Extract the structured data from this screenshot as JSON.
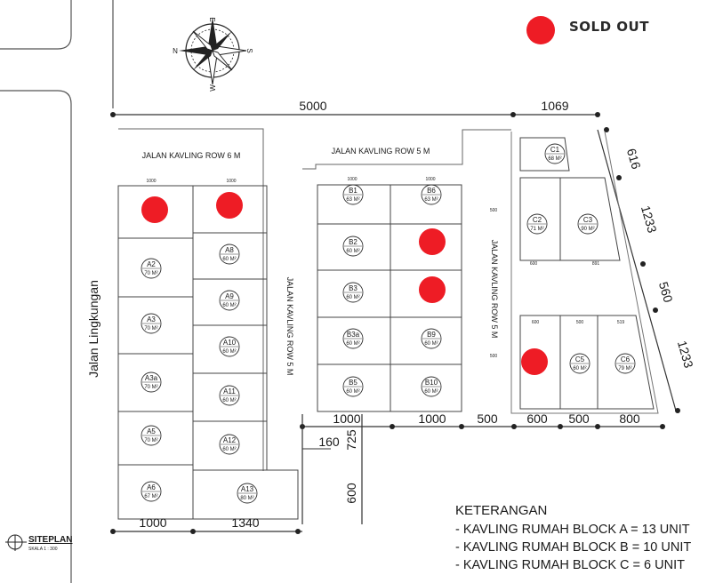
{
  "legend_sold": {
    "label": "SOLD OUT",
    "color": "#ee1c25"
  },
  "compass": {
    "n": "N",
    "e": "E",
    "s": "S",
    "w": "W"
  },
  "roads": {
    "lingkungan": "Jalan Lingkungan",
    "row6": "JALAN KAVLING ROW 6 M",
    "row5_top": "JALAN KAVLING ROW 5 M",
    "row5_left": "JALAN KAVLING ROW 5 M",
    "row5_right": "JALAN KAVLING ROW 5 M"
  },
  "dimensions": {
    "top_left": "5000",
    "top_right": "1069",
    "diag1": "616",
    "diag2": "1233",
    "diag3": "560",
    "diag4": "1233",
    "bottom_mid": [
      "1000",
      "1000",
      "500",
      "600",
      "500",
      "800"
    ],
    "bottom_left": [
      "1000",
      "1340"
    ],
    "d160": "160",
    "d725": "725",
    "d600": "600"
  },
  "lots": [
    {
      "id": "A1",
      "name": "",
      "area": "",
      "sold": true
    },
    {
      "id": "A2",
      "name": "A2",
      "area": "70 M²",
      "sold": false
    },
    {
      "id": "A3",
      "name": "A3",
      "area": "70 M²",
      "sold": false
    },
    {
      "id": "A3a",
      "name": "A3a",
      "area": "70 M²",
      "sold": false
    },
    {
      "id": "A5",
      "name": "A5",
      "area": "70 M²",
      "sold": false
    },
    {
      "id": "A6",
      "name": "A6",
      "area": "67 M²",
      "sold": false
    },
    {
      "id": "A7",
      "name": "",
      "area": "",
      "sold": true
    },
    {
      "id": "A8",
      "name": "A8",
      "area": "60 M²",
      "sold": false
    },
    {
      "id": "A9",
      "name": "A9",
      "area": "60 M²",
      "sold": false
    },
    {
      "id": "A10",
      "name": "A10",
      "area": "60 M²",
      "sold": false
    },
    {
      "id": "A11",
      "name": "A11",
      "area": "60 M²",
      "sold": false
    },
    {
      "id": "A12",
      "name": "A12",
      "area": "60 M²",
      "sold": false
    },
    {
      "id": "A13",
      "name": "A13",
      "area": "80 M²",
      "sold": false
    },
    {
      "id": "B1",
      "name": "B1",
      "area": "63 M²",
      "sold": false
    },
    {
      "id": "B2",
      "name": "B2",
      "area": "60 M²",
      "sold": false
    },
    {
      "id": "B3",
      "name": "B3",
      "area": "60 M²",
      "sold": false
    },
    {
      "id": "B3a",
      "name": "B3a",
      "area": "60 M²",
      "sold": false
    },
    {
      "id": "B5",
      "name": "B5",
      "area": "60 M²",
      "sold": false
    },
    {
      "id": "B6",
      "name": "B6",
      "area": "63 M²",
      "sold": false
    },
    {
      "id": "B7",
      "name": "",
      "area": "",
      "sold": true
    },
    {
      "id": "B8",
      "name": "",
      "area": "",
      "sold": true
    },
    {
      "id": "B9",
      "name": "B9",
      "area": "60 M²",
      "sold": false
    },
    {
      "id": "B10",
      "name": "B10",
      "area": "60 M²",
      "sold": false
    },
    {
      "id": "C1",
      "name": "C1",
      "area": "68 M²",
      "sold": false
    },
    {
      "id": "C2",
      "name": "C2",
      "area": "71 M²",
      "sold": false
    },
    {
      "id": "C3",
      "name": "C3",
      "area": "90 M²",
      "sold": false
    },
    {
      "id": "C4",
      "name": "",
      "area": "",
      "sold": true
    },
    {
      "id": "C5",
      "name": "C5",
      "area": "60 M²",
      "sold": false
    },
    {
      "id": "C6",
      "name": "C6",
      "area": "79 M²",
      "sold": false
    }
  ],
  "keterangan": {
    "title": "KETERANGAN",
    "items": [
      "- KAVLING RUMAH BLOCK A = 13 UNIT",
      "- KAVLING RUMAH BLOCK B = 10 UNIT",
      "- KAVLING RUMAH BLOCK C = 6 UNIT"
    ]
  },
  "siteplan": {
    "title": "SITEPLAN",
    "scale": "SKALA 1 : 300"
  }
}
